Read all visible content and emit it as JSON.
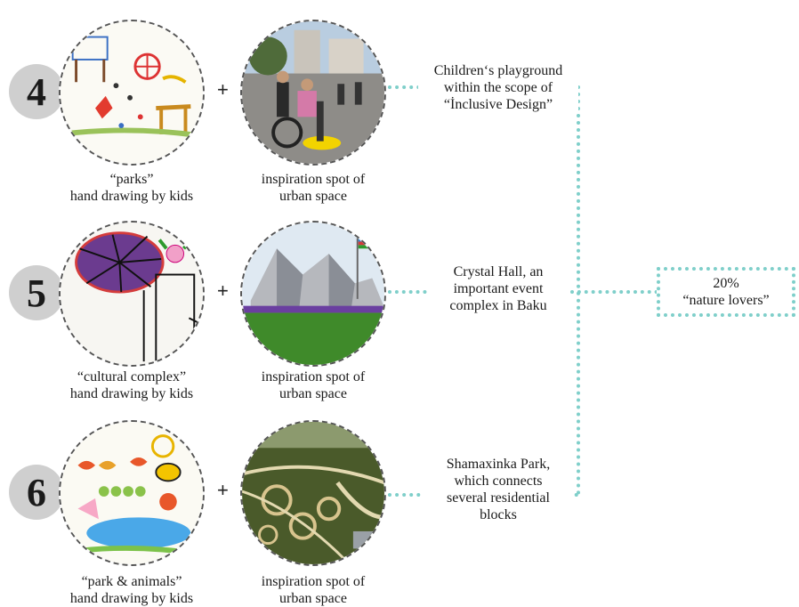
{
  "rows": [
    {
      "number": "4",
      "drawing_caption": [
        "“parks”",
        "hand drawing by kids"
      ],
      "photo_caption": [
        "inspiration spot of",
        "urban space"
      ],
      "plus": "+",
      "description": [
        "Children‘s playground",
        "within the scope of",
        "“İnclusive Design”"
      ]
    },
    {
      "number": "5",
      "drawing_caption": [
        "“cultural complex”",
        "hand drawing by kids"
      ],
      "photo_caption": [
        "inspiration spot of",
        "urban space"
      ],
      "plus": "+",
      "description": [
        "Crystal Hall, an",
        "important event",
        "complex in Baku"
      ]
    },
    {
      "number": "6",
      "drawing_caption": [
        "“park & animals”",
        "hand drawing by kids"
      ],
      "photo_caption": [
        "inspiration spot of",
        "urban space"
      ],
      "plus": "+",
      "description": [
        "Shamaxinka Park,",
        "which connects",
        "several residential",
        "blocks"
      ]
    }
  ],
  "result": {
    "percent": "20%",
    "label": "“nature lovers”"
  },
  "colors": {
    "connector": "#7fcfca",
    "number_circle": "#cfcfcf"
  }
}
